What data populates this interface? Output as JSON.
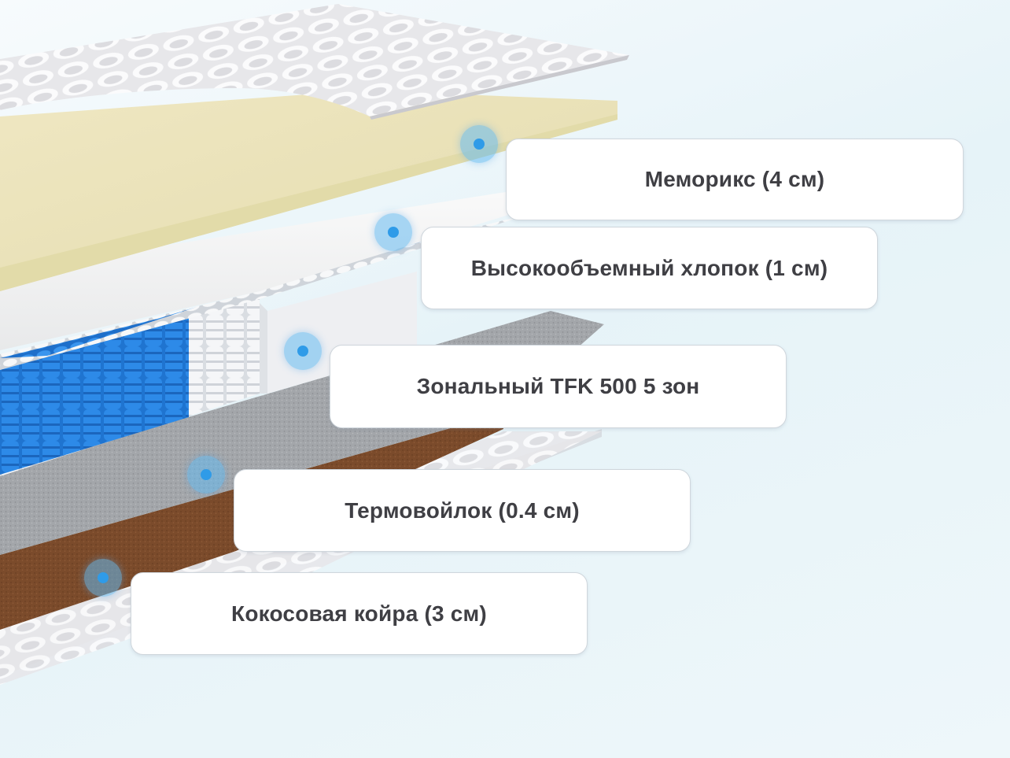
{
  "layers": [
    {
      "label": "Меморикс (4 см)",
      "color": "#eee6bd"
    },
    {
      "label": "Высокообъемный хлопок (1 см)",
      "color": "#f3f3f3"
    },
    {
      "label": "Зональный TFK 500 5 зон",
      "color": "#2b86e6"
    },
    {
      "label": "Термовойлок (0.4 см)",
      "color": "#9c9ea2"
    },
    {
      "label": "Кокосовая койра (3 см)",
      "color": "#7a4a2a"
    }
  ],
  "colors": {
    "marker": "#2f9be8",
    "spring_zone_firm": "#2b86e6",
    "spring_zone_soft": "#f2f4f6",
    "quilted_cover": "#e9e9ec"
  }
}
